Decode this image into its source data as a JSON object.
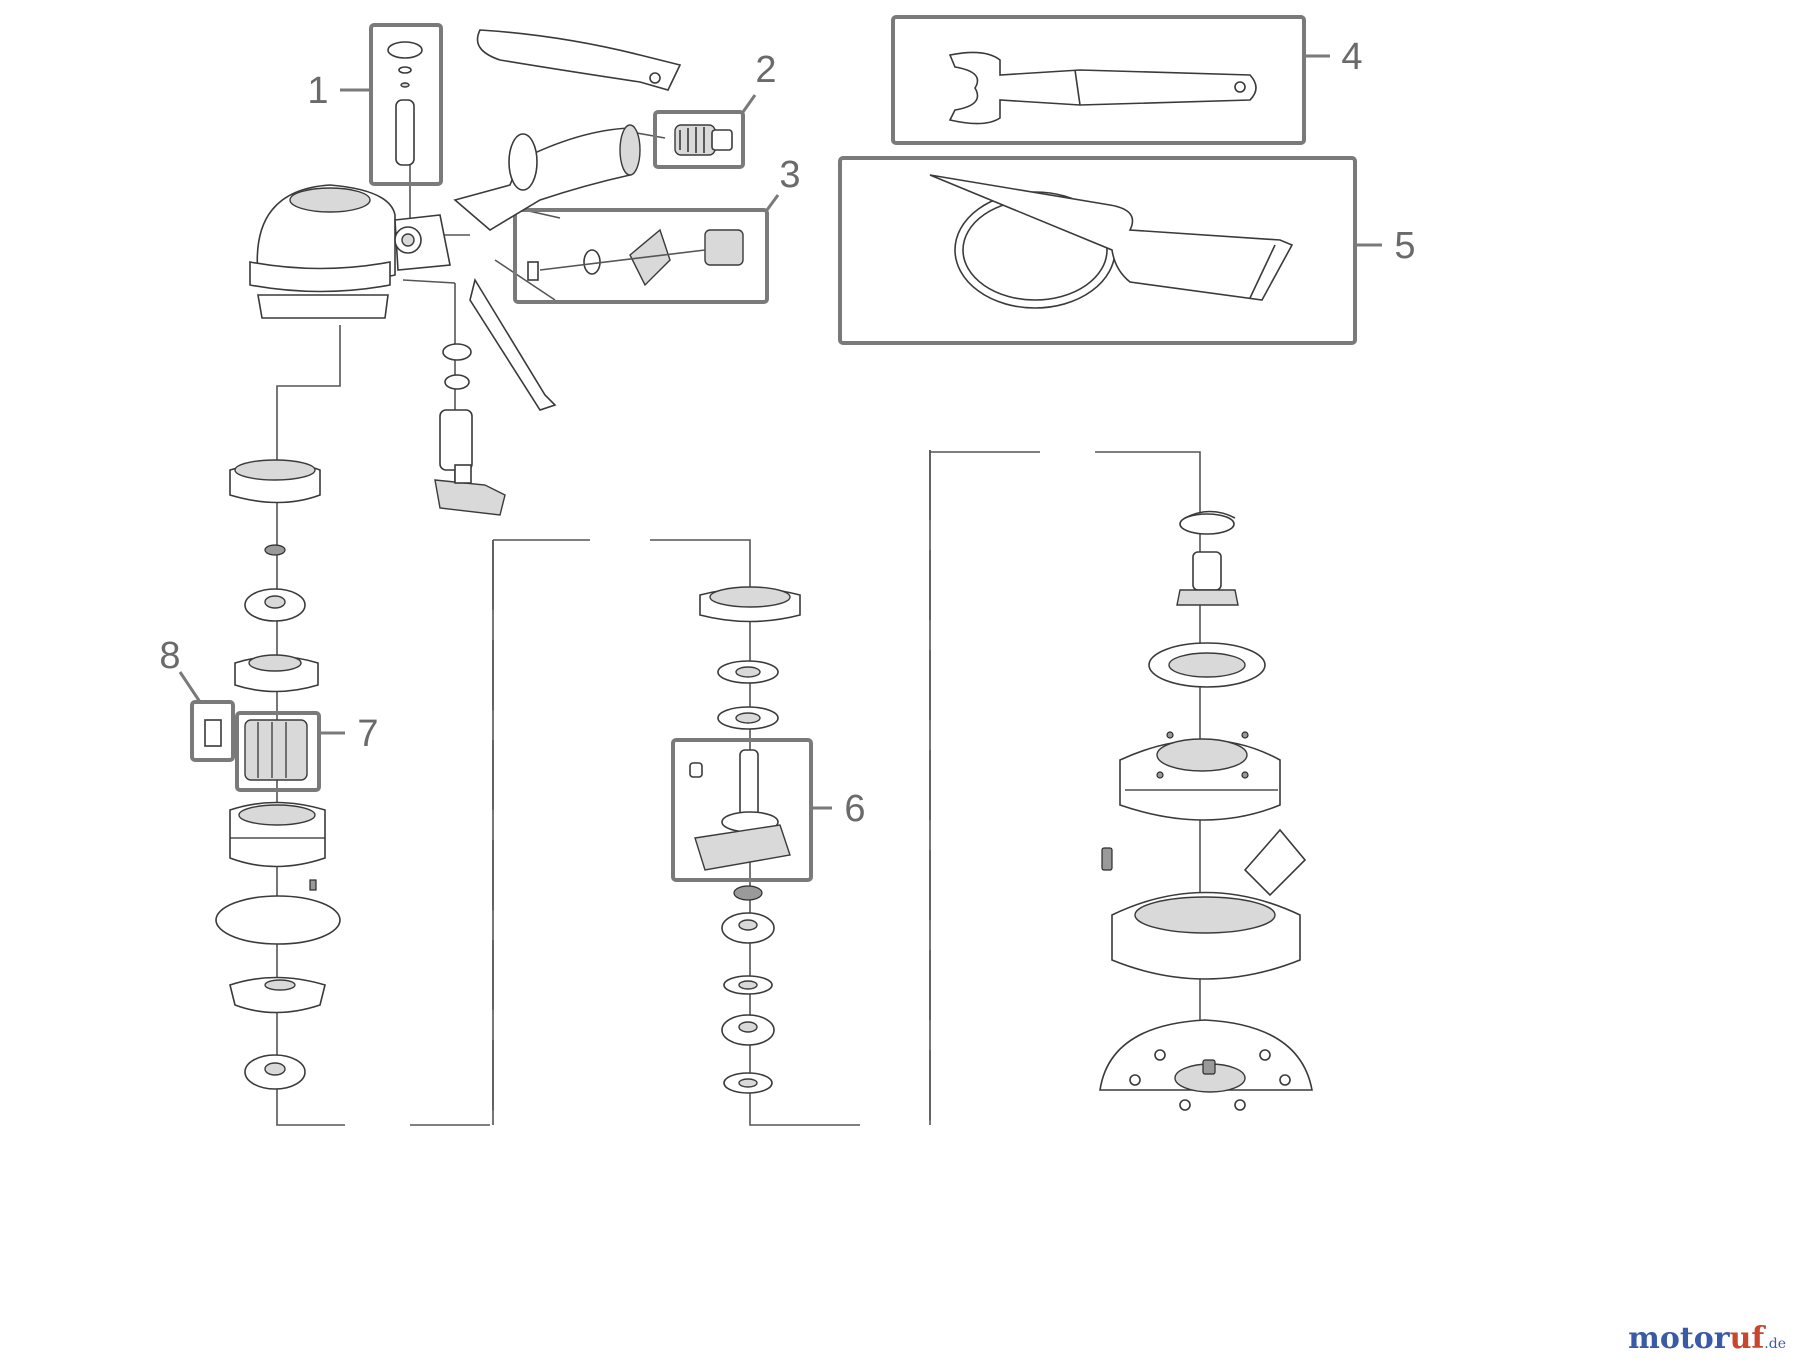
{
  "callouts": [
    {
      "id": "1",
      "label": "1"
    },
    {
      "id": "2",
      "label": "2"
    },
    {
      "id": "3",
      "label": "3"
    },
    {
      "id": "4",
      "label": "4"
    },
    {
      "id": "5",
      "label": "5"
    },
    {
      "id": "6",
      "label": "6"
    },
    {
      "id": "7",
      "label": "7"
    },
    {
      "id": "8",
      "label": "8"
    }
  ],
  "brand": {
    "name_part1": "motor",
    "name_part2": "uf",
    "suffix": ".de"
  },
  "colors": {
    "callout": "#7a7a7a",
    "line": "#555555",
    "brand_blue": "#3a5aa8",
    "brand_red": "#c8462e"
  }
}
